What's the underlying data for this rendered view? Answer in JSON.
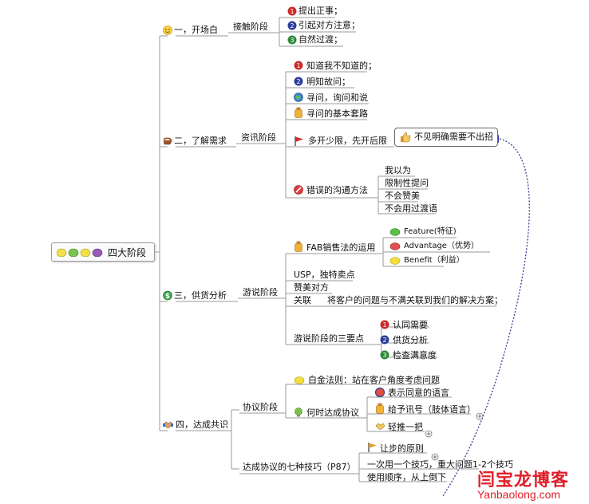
{
  "root": {
    "label": "四大阶段"
  },
  "branches": [
    {
      "label": "一，开场白",
      "icon": "smiley-icon",
      "sub": [
        {
          "label": "接触阶段",
          "children": [
            "提出正事；",
            "引起对方注意；",
            "自然过渡；"
          ]
        }
      ]
    },
    {
      "label": "二，了解需求",
      "icon": "coffee-icon",
      "sub": [
        {
          "label": "资讯阶段",
          "children": [
            "知道我不知道的；",
            "明知故问；",
            "寻问，询问和说",
            "寻问的基本套路",
            "多开少限，先开后限",
            "错误的沟通方法"
          ]
        }
      ],
      "callout": "不见明确需要不出招",
      "wrong_methods": [
        "我以为",
        "限制性提问",
        "不会赞美",
        "不会用过渡语"
      ]
    },
    {
      "label": "三，供货分析",
      "icon": "dollar-icon",
      "sub": [
        {
          "label": "游说阶段",
          "children": [
            "FAB销售法的运用",
            "USP，独特卖点",
            "赞美对方",
            "关联",
            "游说阶段的三要点"
          ]
        }
      ],
      "fab": [
        "Feature(特征)",
        "Advantage（优势）",
        "Benefit（利益）"
      ],
      "association": "将客户的问题与不满关联到我们的解决方案；",
      "three_points": [
        "认同需要",
        "供货分析",
        "检查满意度"
      ]
    },
    {
      "label": "四，达成共识",
      "icon": "handshake-icon",
      "sub": [
        {
          "label": "协议阶段",
          "children": [
            "白金法则：站在客户角度考虑问题",
            "何时达成协议"
          ]
        },
        {
          "label": "达成协议的七种技巧（P87）",
          "children": [
            "让步的原则",
            "一次用一个技巧，重大问题1-2个技巧",
            "使用顺序，从上倒下"
          ]
        }
      ],
      "when": [
        "表示同意的语言",
        "给予讯号（肢体语言）",
        "轻推一把"
      ]
    }
  ],
  "watermark": {
    "cn": "闫宝龙博客",
    "en": "Yanbaolong.com"
  },
  "colors": {
    "line": "#9a9a9a",
    "dotted": "#3a3a9a",
    "red": "#cc2b2b",
    "blue": "#2c3f9a",
    "green": "#2e8b3a",
    "watermark": "#e0202a"
  }
}
